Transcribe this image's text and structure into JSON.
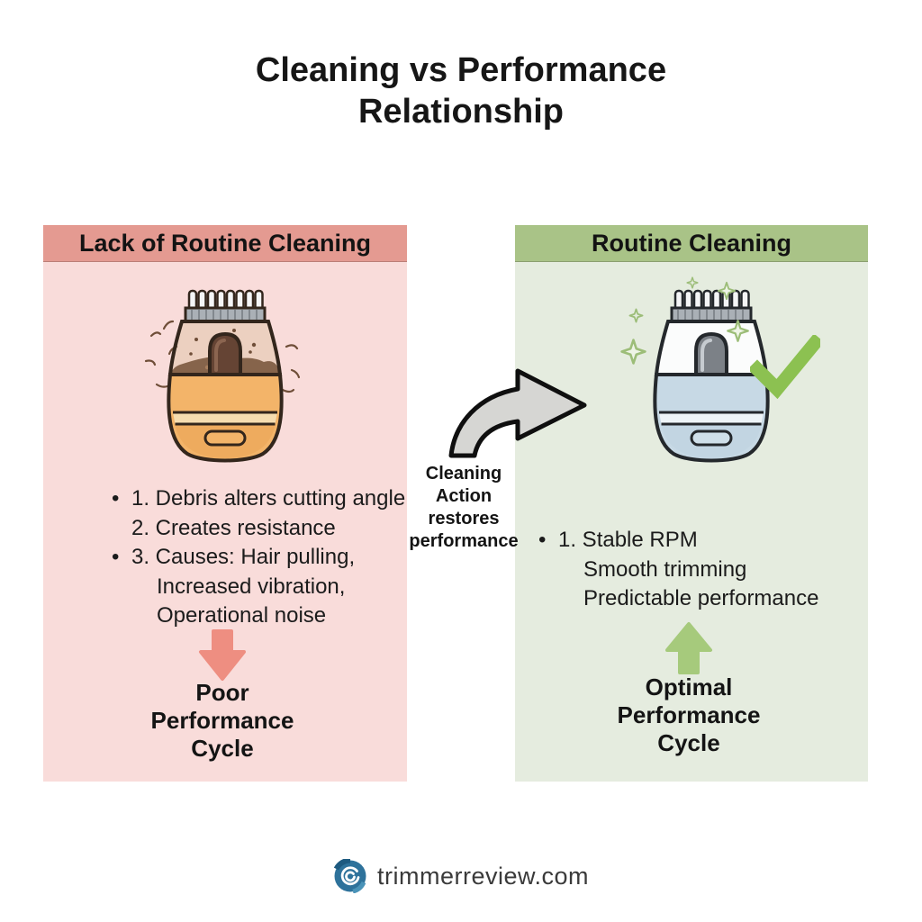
{
  "title": "Cleaning vs Performance Relationship",
  "panels": {
    "left": {
      "header": "Lack of Routine Cleaning",
      "illustration": "dirty-trimmer",
      "items": [
        {
          "bullet": true,
          "indent": 0,
          "text": "1. Debris alters cutting angle"
        },
        {
          "bullet": false,
          "indent": 0,
          "text": "2. Creates resistance"
        },
        {
          "bullet": true,
          "indent": 0,
          "text": "3. Causes: Hair pulling,"
        },
        {
          "bullet": false,
          "indent": 1,
          "text": "Increased vibration,"
        },
        {
          "bullet": false,
          "indent": 1,
          "text": "Operational noise"
        }
      ],
      "outcome": "Poor\nPerformance\nCycle",
      "arrow_direction": "down",
      "accent_color": "#ee8e81",
      "header_bg": "#e49a91",
      "panel_bg": "#f9dcda"
    },
    "right": {
      "header": "Routine Cleaning",
      "illustration": "clean-trimmer",
      "items": [
        {
          "bullet": true,
          "indent": 0,
          "text": "1. Stable RPM"
        },
        {
          "bullet": false,
          "indent": 1,
          "text": "Smooth trimming"
        },
        {
          "bullet": false,
          "indent": 1,
          "text": "Predictable performance"
        }
      ],
      "outcome": "Optimal\nPerformance\nCycle",
      "arrow_direction": "up",
      "accent_color": "#a6ca7c",
      "header_bg": "#a9c387",
      "panel_bg": "#e5ecdf"
    }
  },
  "transition": {
    "label": "Cleaning\nAction\nrestores\nperformance",
    "arrow_icon": "curved-right-arrow",
    "arrow_fill": "#d6d6d3"
  },
  "decorations": {
    "checkmark_color": "#8cc151",
    "sparkle_color": "#9cbd78"
  },
  "footer": {
    "site": "trimmerreview.com",
    "logo_icon": "spiral-logo",
    "logo_color": "#2e729b"
  }
}
